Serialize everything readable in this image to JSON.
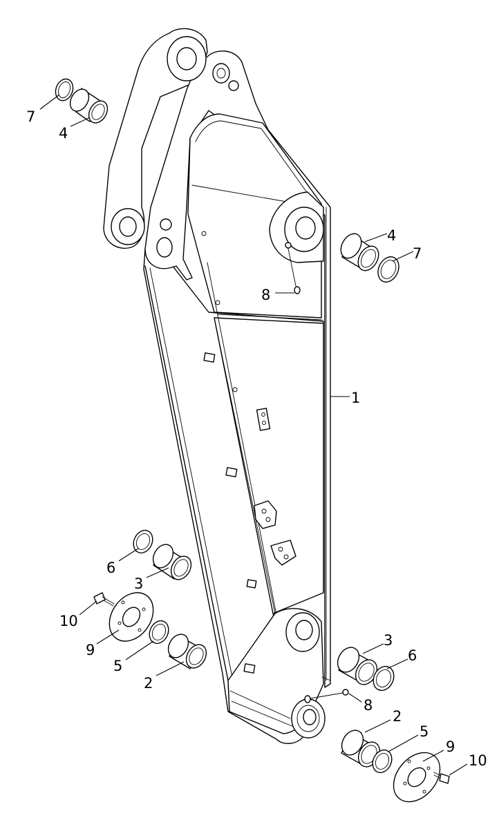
{
  "callouts": [
    {
      "label": "7"
    },
    {
      "label": "4"
    },
    {
      "label": "4"
    },
    {
      "label": "7"
    },
    {
      "label": "8"
    },
    {
      "label": "1"
    },
    {
      "label": "6"
    },
    {
      "label": "3"
    },
    {
      "label": "10"
    },
    {
      "label": "9"
    },
    {
      "label": "5"
    },
    {
      "label": "2"
    },
    {
      "label": "3"
    },
    {
      "label": "6"
    },
    {
      "label": "8"
    },
    {
      "label": "2"
    },
    {
      "label": "5"
    },
    {
      "label": "9"
    },
    {
      "label": "10"
    }
  ]
}
